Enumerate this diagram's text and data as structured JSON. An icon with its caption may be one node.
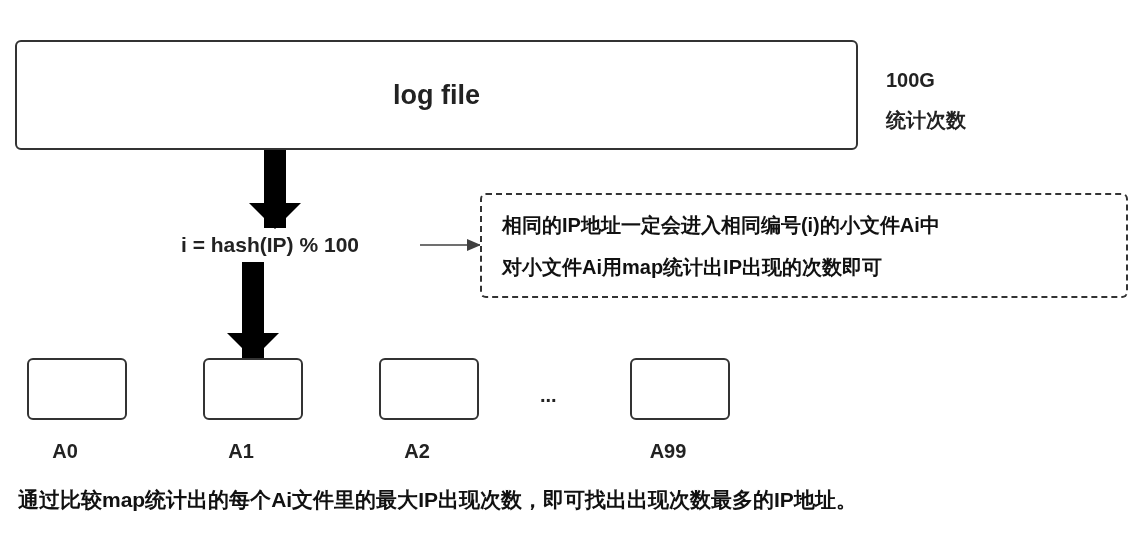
{
  "diagram": {
    "nodes": [
      {
        "text": [
          "log file"
        ],
        "beside": [
          "100G",
          "统计次数"
        ]
      },
      {
        "text": [
          "i = hash(IP) % 100"
        ]
      },
      {
        "text": [
          "相同的IP地址一定会进入相同编号(i)的小文件Ai中",
          "对小文件Ai用map统计出IP出现的次数即可"
        ]
      },
      {
        "text": [],
        "shape": "box",
        "beside": [
          "A0"
        ]
      },
      {
        "text": [],
        "shape": "box",
        "beside": [
          "A1"
        ]
      },
      {
        "text": [],
        "shape": "box",
        "beside": [
          "A2"
        ]
      },
      {
        "text": [],
        "shape": "box",
        "beside": [
          "A99"
        ]
      }
    ],
    "edges": [
      {
        "from": 0,
        "to": 1,
        "arrow": "to"
      },
      {
        "from": 1,
        "to": 2,
        "arrow": "to",
        "color": "#404040"
      },
      {
        "from": 1,
        "to": 4,
        "arrow": "to"
      }
    ],
    "labels": [
      "...",
      "通过比较map统计出的每个Ai文件里的最大IP出现次数，即可找出出现次数最多的IP地址。"
    ]
  }
}
